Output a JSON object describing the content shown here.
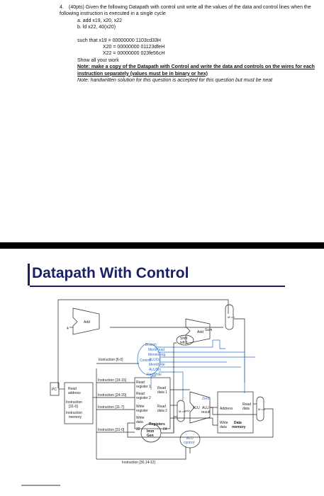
{
  "question": {
    "number": "4.",
    "stem": "(40pts) Given the following Datapath with control unit write all the values of the data and control lines when the following instruction is executed in a single cycle",
    "parts": [
      "a.  add x19, x20, x22",
      "b.  ld x22, 40(x20)"
    ],
    "registers": [
      "such that x19 = 00000000 1103cd33H",
      "X20 = 00000000 01123dfeH",
      "X22 = 00000000 023fe56cH"
    ],
    "show_work": "Show all your work",
    "note": "Note: make a copy of the Datapath with Control and write the data and controls on the wires for each instruction separately (values must be in binary or hex)",
    "note2": "Note: handwritten solution for this question is accepted for this question but must be neat"
  },
  "slide": {
    "title": "Datapath With Control",
    "labels": {
      "add1": "Add",
      "four": "4",
      "add2": "Add",
      "sum": "Sum",
      "shift_a": "Shift",
      "shift_b": "left 1",
      "instr_60": "Instruction [6-0]",
      "control": "Control",
      "branch": "Branch",
      "memread": "MemRead",
      "memtoreg": "MemtoReg",
      "aluop": "ALUOp",
      "memwrite": "MemWrite",
      "alusrc": "ALUSrc",
      "regwrite": "RegWrite",
      "pc": "PC",
      "read_addr_a": "Read",
      "read_addr_b": "address",
      "instr_a": "Instruction",
      "instr_b": "[31-0]",
      "imem_a": "Instruction",
      "imem_b": "memory",
      "i1915": "Instruction [19-15]",
      "i2420": "Instruction [24-20]",
      "i117": "Instruction [11-7]",
      "i310": "Instruction [31-0]",
      "i3014": "Instruction [30,14-12]",
      "rr1a": "Read",
      "rr1b": "register 1",
      "rr2a": "Read",
      "rr2b": "register 2",
      "wra": "Write",
      "wrb": "register",
      "wda": "Write",
      "wdb": "data",
      "registers": "Registers",
      "rd1a": "Read",
      "rd1b": "data 1",
      "rd2a": "Read",
      "rd2b": "data 2",
      "zero": "Zero",
      "alu": "ALU",
      "alu_result_a": "ALU",
      "alu_result_b": "result",
      "address": "Address",
      "dm_rda": "Read",
      "dm_rdb": "data",
      "dm_wda": "Write",
      "dm_wdb": "data",
      "dmem_a": "Data",
      "dmem_b": "memory",
      "n32": "32",
      "n64": "64",
      "imm_a": "Imm",
      "imm_b": "Gen",
      "aluc_a": "ALU",
      "aluc_b": "control",
      "mux": "M u x"
    }
  }
}
